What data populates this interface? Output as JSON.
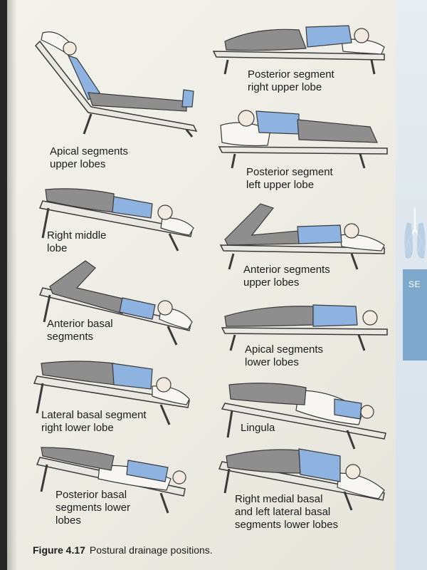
{
  "side_tab": {
    "label": "SE"
  },
  "figure": {
    "label": "Figure 4.17",
    "caption": "Postural drainage positions."
  },
  "positions": [
    {
      "lines": [
        "Apical segments",
        "upper lobes"
      ]
    },
    {
      "lines": [
        "Posterior segment",
        "right upper lobe"
      ]
    },
    {
      "lines": [
        "Posterior segment",
        "left upper lobe"
      ]
    },
    {
      "lines": [
        "Right middle",
        "lobe"
      ]
    },
    {
      "lines": [
        "Anterior segments",
        "upper lobes"
      ]
    },
    {
      "lines": [
        "Anterior basal",
        "segments"
      ]
    },
    {
      "lines": [
        "Apical segments",
        "lower lobes"
      ]
    },
    {
      "lines": [
        "Lateral basal segment",
        "right lower lobe"
      ]
    },
    {
      "lines": [
        "Lingula"
      ]
    },
    {
      "lines": [
        "Posterior basal",
        "segments lower",
        "lobes"
      ]
    },
    {
      "lines": [
        "Right medial basal",
        "and left lateral basal",
        "segments lower lobes"
      ]
    }
  ],
  "colors": {
    "skin": "#f2eadf",
    "shirt": "#8fb3e0",
    "trousers": "#8e8e8e",
    "pillow": "#f7f6f2",
    "bed": "#e9e8e2",
    "legs": "#6f6f6f",
    "side_tab": "#7ea9cc"
  }
}
